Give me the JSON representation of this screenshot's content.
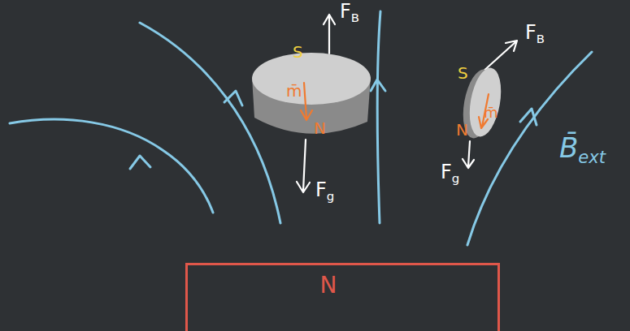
{
  "diagram": {
    "nodes": [
      {
        "text": [
          "N"
        ]
      },
      {
        "text": [
          "S",
          "m̄",
          "N"
        ]
      },
      {
        "text": [
          "S",
          "m̄",
          "N"
        ]
      }
    ],
    "labels": [
      "FB",
      "Fg",
      "FB",
      "Fg",
      "B̄ext"
    ]
  }
}
